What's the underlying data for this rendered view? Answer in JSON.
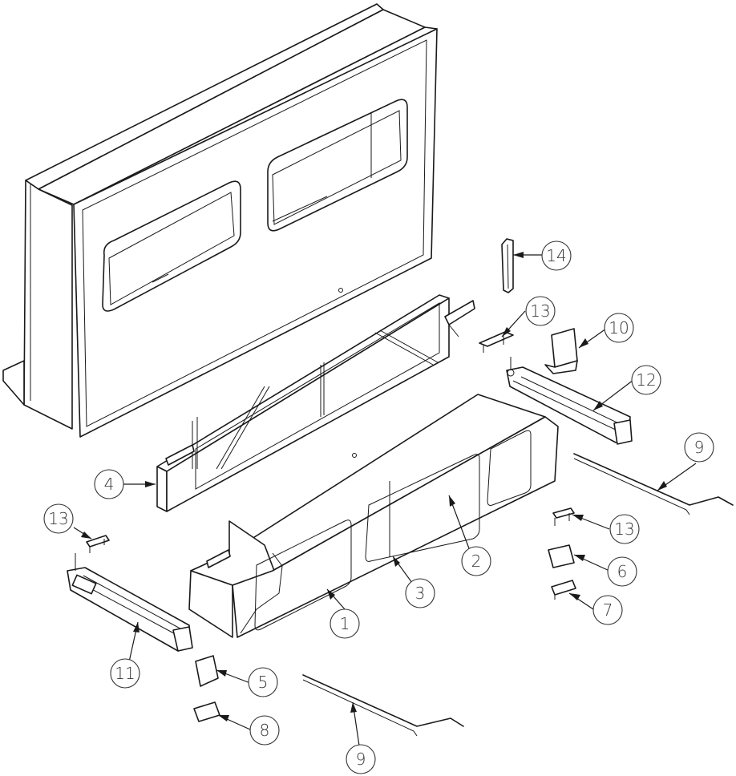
{
  "callouts": [
    {
      "id": "c1",
      "label": "1"
    },
    {
      "id": "c2",
      "label": "2"
    },
    {
      "id": "c3",
      "label": "3"
    },
    {
      "id": "c4",
      "label": "4"
    },
    {
      "id": "c5",
      "label": "5"
    },
    {
      "id": "c6",
      "label": "6"
    },
    {
      "id": "c7",
      "label": "7"
    },
    {
      "id": "c8",
      "label": "8"
    },
    {
      "id": "c9a",
      "label": "9"
    },
    {
      "id": "c9b",
      "label": "9"
    },
    {
      "id": "c10",
      "label": "10"
    },
    {
      "id": "c11",
      "label": "11"
    },
    {
      "id": "c12",
      "label": "12"
    },
    {
      "id": "c13a",
      "label": "13"
    },
    {
      "id": "c13b",
      "label": "13"
    },
    {
      "id": "c13c",
      "label": "13"
    },
    {
      "id": "c14",
      "label": "14"
    }
  ]
}
